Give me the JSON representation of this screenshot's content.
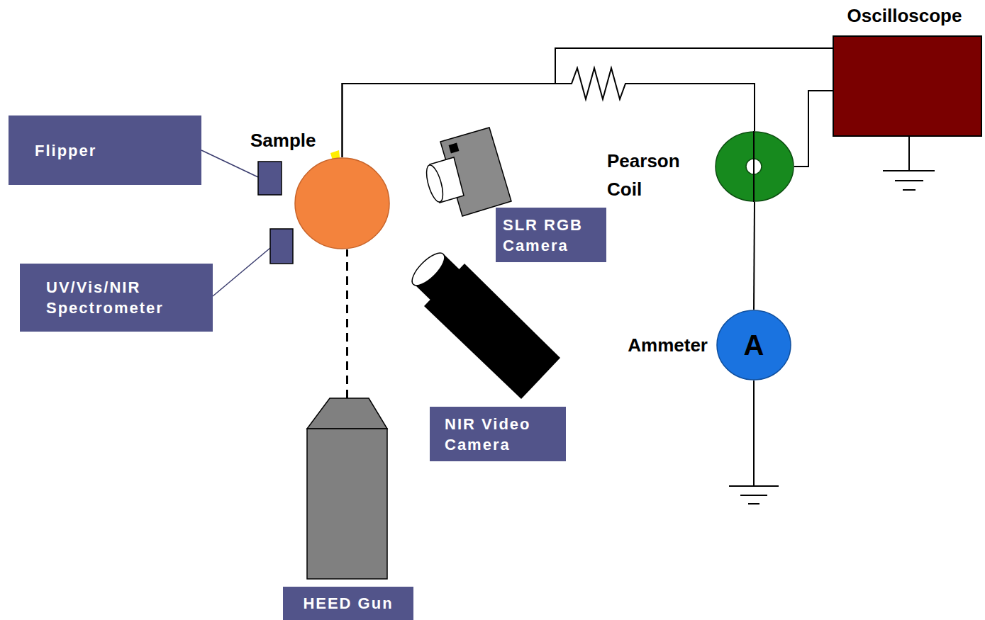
{
  "diagram": {
    "nodes": [
      {
        "text": [
          "Flipper"
        ]
      },
      {
        "text": [
          "Sample"
        ]
      },
      {
        "text": [
          "UV/Vis/NIR Spectrometer"
        ]
      },
      {
        "text": [
          "SLR RGB Camera"
        ]
      },
      {
        "text": [
          "Oscilloscope"
        ]
      },
      {
        "text": [
          "Pearson Coil"
        ]
      },
      {
        "text": [
          "NIR Video Camera"
        ]
      },
      {
        "text": [
          "Ammeter",
          "A"
        ]
      },
      {
        "text": [
          "HEED Gun"
        ]
      }
    ],
    "edges": [
      {
        "from": 1,
        "to": 5,
        "arrow": "none"
      },
      {
        "from": 1,
        "to": 4,
        "arrow": "none"
      },
      {
        "from": 5,
        "to": 4,
        "arrow": "none"
      },
      {
        "from": 5,
        "to": 7,
        "arrow": "none"
      },
      {
        "from": 8,
        "to": 1,
        "arrow": "none"
      }
    ]
  }
}
